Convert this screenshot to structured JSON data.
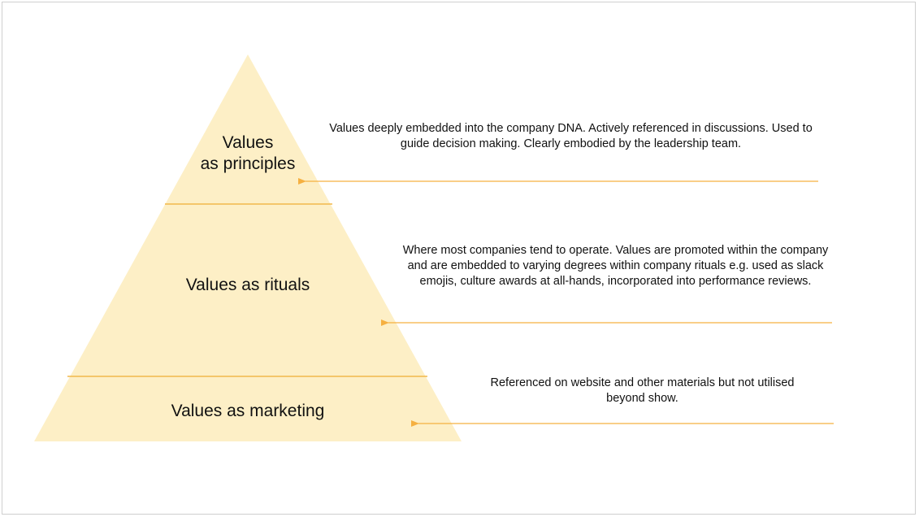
{
  "colors": {
    "pyramid_fill": "#fdefc6",
    "divider": "#f2b84b",
    "arrow": "#f5b041",
    "text": "#111111"
  },
  "tiers": [
    {
      "label": "Values\nas principles",
      "description": "Values deeply embedded into the company DNA. Actively referenced in discussions. Used to guide decision making. Clearly embodied by the leadership team."
    },
    {
      "label": "Values as rituals",
      "description": "Where most companies tend to operate. Values are promoted within the company and are embedded to varying degrees within company rituals e.g. used as slack emojis, culture awards at all-hands, incorporated into performance reviews."
    },
    {
      "label": "Values as marketing",
      "description": "Referenced on website and other materials but not utilised beyond show."
    }
  ]
}
